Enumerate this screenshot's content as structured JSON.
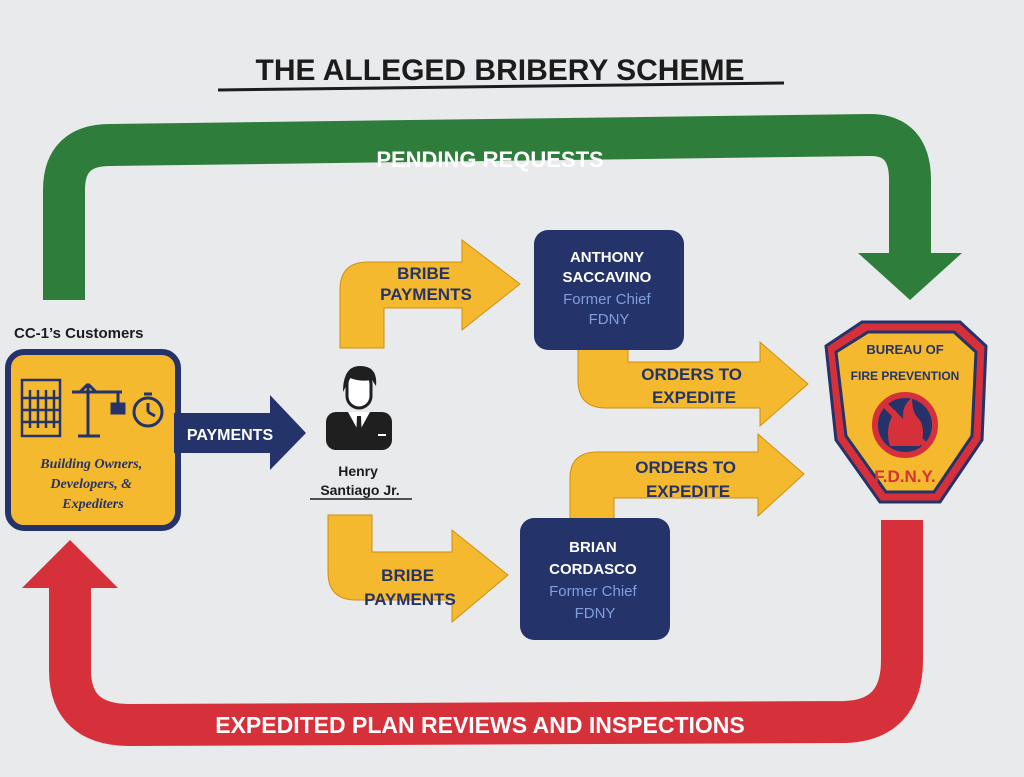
{
  "title": "THE ALLEGED BRIBERY SCHEME",
  "colors": {
    "green": "#2f7d3b",
    "red": "#d6303b",
    "yellow": "#f4b92e",
    "navy": "#25336b",
    "light_blue": "#7f9fe0",
    "background": "#e9eaec"
  },
  "arrows": {
    "top": "PENDING REQUESTS",
    "bottom": "EXPEDITED PLAN REVIEWS AND INSPECTIONS",
    "payments": "PAYMENTS",
    "bribe_upper": [
      "BRIBE",
      "PAYMENTS"
    ],
    "bribe_lower": [
      "BRIBE",
      "PAYMENTS"
    ],
    "orders_upper": [
      "ORDERS TO",
      "EXPEDITE"
    ],
    "orders_lower": [
      "ORDERS TO",
      "EXPEDITE"
    ]
  },
  "customers": {
    "heading": "CC-1’s Customers",
    "lines": [
      "Building Owners,",
      "Developers, &",
      "Expediters"
    ],
    "icons": [
      "building-icon",
      "crane-icon",
      "stopwatch-icon"
    ]
  },
  "middleman": {
    "name_lines": [
      "Henry",
      "Santiago  Jr."
    ],
    "icon": "person-icon"
  },
  "officials": [
    {
      "name_lines": [
        "ANTHONY",
        "SACCAVINO"
      ],
      "role_lines": [
        "Former Chief",
        "FDNY"
      ]
    },
    {
      "name_lines": [
        "BRIAN",
        "CORDASCO"
      ],
      "role_lines": [
        "Former Chief",
        "FDNY"
      ]
    }
  ],
  "badge": {
    "top_lines": [
      "BUREAU OF",
      "FIRE PREVENTION"
    ],
    "bottom": "F.D.N.Y."
  }
}
